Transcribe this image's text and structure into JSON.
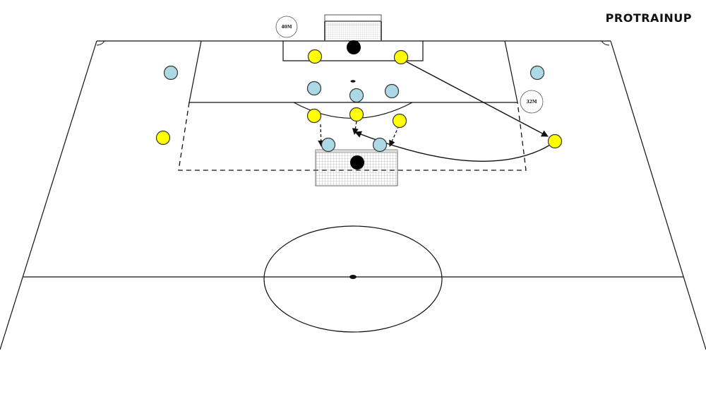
{
  "brand": {
    "name": "PROTRAINUP"
  },
  "distance_labels": {
    "top": "40M",
    "right": "32M"
  },
  "colors": {
    "line": "#111111",
    "team_yellow": "#ffff00",
    "team_blue": "#add8e6",
    "ball": "#000000",
    "net": "#9a9a9a"
  }
}
